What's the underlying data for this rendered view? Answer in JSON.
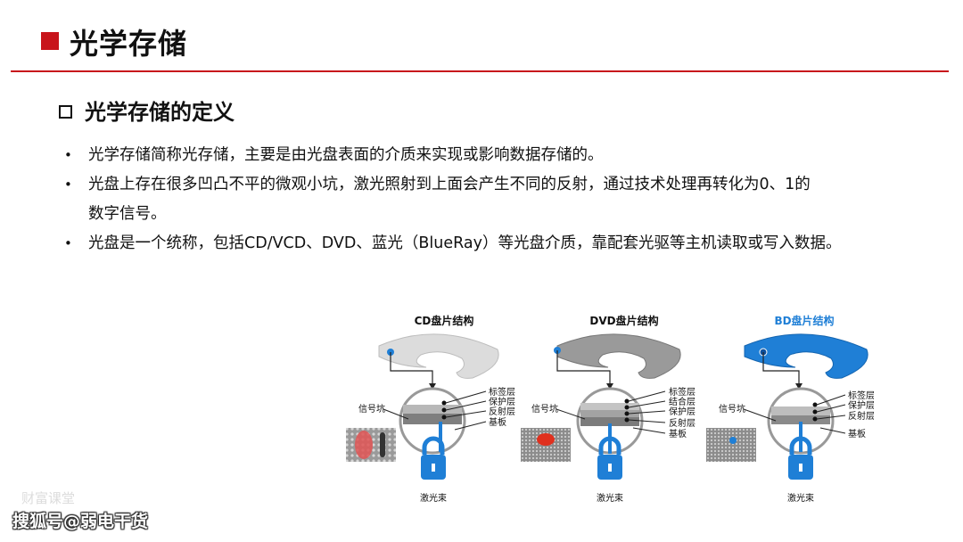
{
  "header": {
    "title": "光学存储"
  },
  "section": {
    "title": "光学存储的定义"
  },
  "bullets": [
    {
      "line1": "光学存储简称光存储，主要是由光盘表面的介质来实现或影响数据存储的。",
      "line2": ""
    },
    {
      "line1": "光盘上存在很多凹凸不平的微观小坑，激光照射到上面会产生不同的反射，通过技术处理再转化为0、1的",
      "line2": "数字信号。"
    },
    {
      "line1": "光盘是一个统称，包括CD/VCD、DVD、蓝光（BlueRay）等光盘介质，靠配套光驱等主机读取或写入数据。",
      "line2": ""
    }
  ],
  "bullet_symbol": "•",
  "diagrams": {
    "cd": {
      "title": "CD盘片结构",
      "signal_pit": "信号坑",
      "layers": [
        "标签层",
        "保护层",
        "反射层",
        "基板"
      ],
      "beam": "激光束"
    },
    "dvd": {
      "title": "DVD盘片结构",
      "signal_pit": "信号坑",
      "layers": [
        "标签层",
        "结合层",
        "保护层",
        "反射层",
        "基板"
      ],
      "beam": "激光束"
    },
    "bd": {
      "title": "BD盘片结构",
      "signal_pit": "信号坑",
      "layers": [
        "标签层",
        "保护层",
        "反射层",
        "基板"
      ],
      "beam": "激光束"
    }
  },
  "watermark": {
    "faint": "财富课堂",
    "text": "搜狐号@弱电干货"
  },
  "colors": {
    "accent": "#c8141b",
    "bd_blue": "#1f7fd6",
    "beam_blue": "#1f7fd6"
  }
}
